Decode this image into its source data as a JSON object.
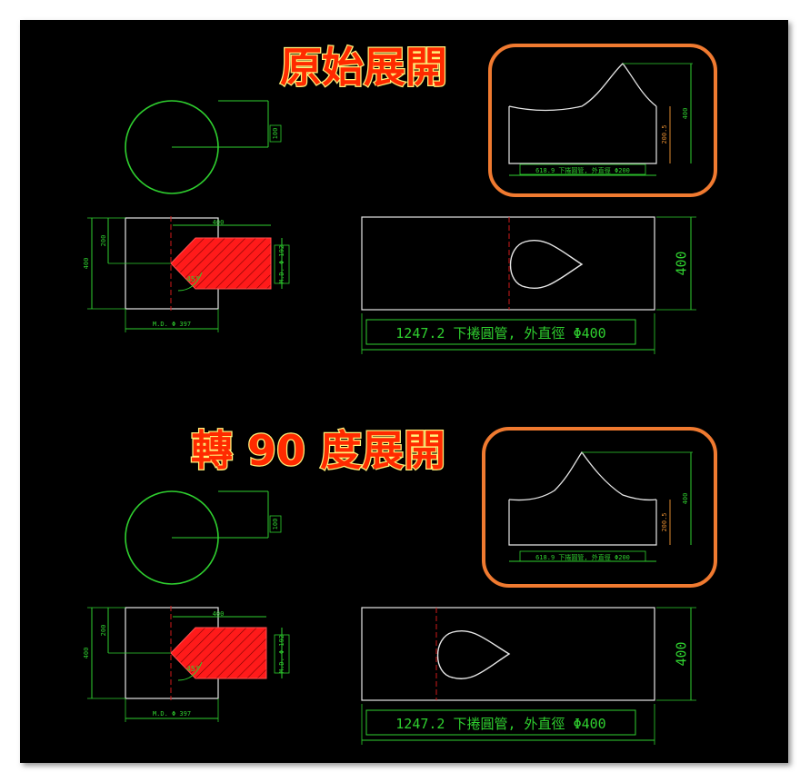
{
  "colors": {
    "background": "#000000",
    "circle": "#2fd02f",
    "dimension": "#2fd02f",
    "outline": "#e6e6e6",
    "title_fill": "#ff2a00",
    "title_stroke": "#fff27a",
    "highlight_frame": "#f07a30",
    "hatch": "#ff1a1a",
    "centerline": "#d01a1a",
    "small_dim": "#e08a30"
  },
  "sections": [
    {
      "title": "原始展開",
      "circle_dim": "100",
      "side_width_dim": "400",
      "side_height_dim": "400",
      "side_half_dim": "200",
      "branch_dim": "M.D. Φ 192",
      "bottom_dim": "M.D. Φ 397",
      "angle_label": "45°",
      "main_length_label": "1247.2 下捲圓管, 外直徑 Φ400",
      "main_height_label": "400",
      "small_length_label": "618.9 下捲圓管, 外直徑 Φ200",
      "small_height_label": "400",
      "small_sub_label": "200.5"
    },
    {
      "title": "轉 90 度展開",
      "circle_dim": "100",
      "side_width_dim": "400",
      "side_height_dim": "400",
      "side_half_dim": "200",
      "branch_dim": "M.D. Φ 192",
      "bottom_dim": "M.D. Φ 397",
      "angle_label": "45°",
      "main_length_label": "1247.2 下捲圓管, 外直徑 Φ400",
      "main_height_label": "400",
      "small_length_label": "618.9 下捲圓管, 外直徑 Φ200",
      "small_height_label": "400",
      "small_sub_label": "200.5"
    }
  ]
}
